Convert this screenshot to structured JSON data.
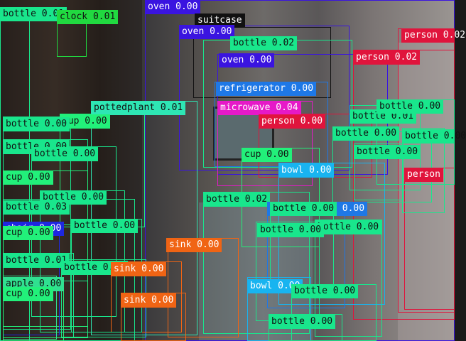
{
  "scene": {
    "description_colors": {
      "background_left": "#2e2623",
      "background_right": "#9a9592"
    }
  },
  "classes": {
    "bottle": {
      "color": "#19e68c",
      "text": "dark"
    },
    "cup": {
      "color": "#22f07a",
      "text": "dark"
    },
    "oven": {
      "color": "#3a14e0",
      "text": "light"
    },
    "suitcase": {
      "color": "#111111",
      "text": "light"
    },
    "clock": {
      "color": "#21d940",
      "text": "dark"
    },
    "person": {
      "color": "#e0143c",
      "text": "light"
    },
    "refrigerator": {
      "color": "#1e78e6",
      "text": "light"
    },
    "microwave": {
      "color": "#e619c8",
      "text": "light"
    },
    "pottedplant": {
      "color": "#2ee6b4",
      "text": "dark"
    },
    "bowl": {
      "color": "#18b4f0",
      "text": "light"
    },
    "chair": {
      "color": "#1e28e0",
      "text": "light"
    },
    "sink": {
      "color": "#f06414",
      "text": "light"
    },
    "apple": {
      "color": "#30e090",
      "text": "dark"
    }
  },
  "detections": [
    {
      "label": "bottle 0.01",
      "cls": "bottle"
    },
    {
      "label": "clock 0.01",
      "cls": "clock"
    },
    {
      "label": "oven 0.00",
      "cls": "oven"
    },
    {
      "label": "suitcase",
      "cls": "suitcase"
    },
    {
      "label": "oven 0.00",
      "cls": "oven"
    },
    {
      "label": "bottle 0.02",
      "cls": "bottle"
    },
    {
      "label": "person 0.02",
      "cls": "person"
    },
    {
      "label": "person 0.02",
      "cls": "person"
    },
    {
      "label": "oven 0.00",
      "cls": "oven"
    },
    {
      "label": "refrigerator 0.00",
      "cls": "refrigerator"
    },
    {
      "label": "pottedplant 0.01",
      "cls": "pottedplant"
    },
    {
      "label": "microwave 0.04",
      "cls": "microwave"
    },
    {
      "label": "person 0.00",
      "cls": "person"
    },
    {
      "label": "cup 0.00",
      "cls": "cup"
    },
    {
      "label": "bottle 0.00",
      "cls": "bottle"
    },
    {
      "label": "bottle 0.00",
      "cls": "bottle"
    },
    {
      "label": "bottle 0.00",
      "cls": "bottle"
    },
    {
      "label": "cup 0.00",
      "cls": "cup"
    },
    {
      "label": "bowl 0.00",
      "cls": "bowl"
    },
    {
      "label": "person",
      "cls": "person"
    },
    {
      "label": "cup 0.00",
      "cls": "cup"
    },
    {
      "label": "bottle 0.00",
      "cls": "bottle"
    },
    {
      "label": "bottle 0.03",
      "cls": "bottle"
    },
    {
      "label": "bottle 0.02",
      "cls": "bottle"
    },
    {
      "label": "refrigerator 0.00",
      "cls": "refrigerator"
    },
    {
      "label": "bottle 0.00",
      "cls": "bottle"
    },
    {
      "label": "bottle 0.00",
      "cls": "bottle"
    },
    {
      "label": "chair 0.00",
      "cls": "chair"
    },
    {
      "label": "sink 0.00",
      "cls": "sink"
    },
    {
      "label": "bottle 0.01",
      "cls": "bottle"
    },
    {
      "label": "bottle 0.00",
      "cls": "bottle"
    },
    {
      "label": "sink 0.00",
      "cls": "sink"
    },
    {
      "label": "apple 0.00",
      "cls": "apple"
    },
    {
      "label": "cup 0.00",
      "cls": "cup"
    },
    {
      "label": "sink 0.00",
      "cls": "sink"
    },
    {
      "label": "bowl 0.00",
      "cls": "bowl"
    },
    {
      "label": "bottle 0.00",
      "cls": "bottle"
    },
    {
      "label": "bottle 0.00",
      "cls": "bottle"
    },
    {
      "label": "bottle 0.01",
      "cls": "bottle"
    },
    {
      "label": "bottle 0.00",
      "cls": "bottle"
    },
    {
      "label": "bottle 0.00",
      "cls": "bottle"
    },
    {
      "label": "cup 0.00",
      "cls": "cup"
    },
    {
      "label": "bottle 0.00",
      "cls": "bottle"
    },
    {
      "label": "bottle 0.00",
      "cls": "bottle"
    },
    {
      "label": "bottle 0.00",
      "cls": "bottle"
    },
    {
      "label": "bottle 0.00",
      "cls": "bottle"
    }
  ]
}
